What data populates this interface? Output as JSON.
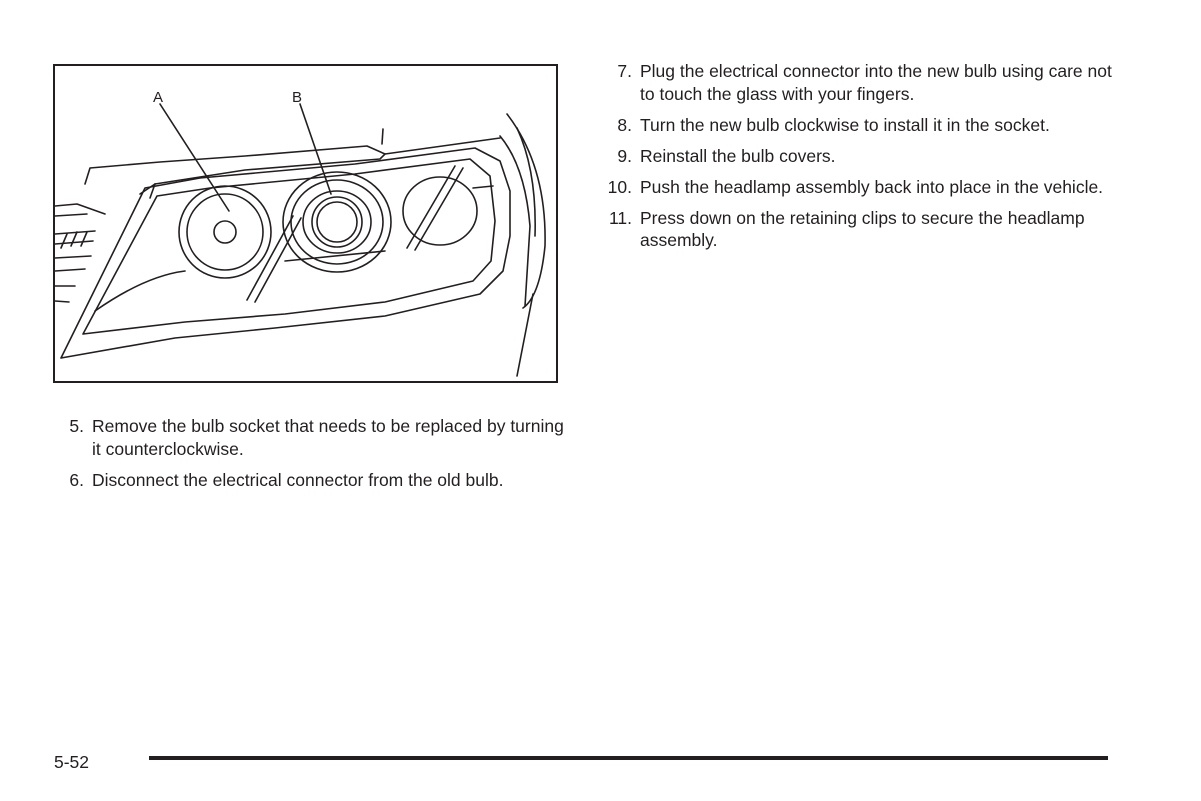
{
  "figure": {
    "label_a": "A",
    "label_b": "B",
    "icon": "headlamp-assembly-illustration"
  },
  "steps_left": [
    {
      "num": "5.",
      "text": "Remove the bulb socket that needs to be replaced by turning it counterclockwise."
    },
    {
      "num": "6.",
      "text": "Disconnect the electrical connector from the old bulb."
    }
  ],
  "steps_right": [
    {
      "num": "7.",
      "text": "Plug the electrical connector into the new bulb using care not to touch the glass with your fingers."
    },
    {
      "num": "8.",
      "text": "Turn the new bulb clockwise to install it in the socket."
    },
    {
      "num": "9.",
      "text": "Reinstall the bulb covers."
    },
    {
      "num": "10.",
      "text": "Push the headlamp assembly back into place in the vehicle."
    },
    {
      "num": "11.",
      "text": "Press down on the retaining clips to secure the headlamp assembly."
    }
  ],
  "footer": {
    "page_number": "5-52"
  }
}
